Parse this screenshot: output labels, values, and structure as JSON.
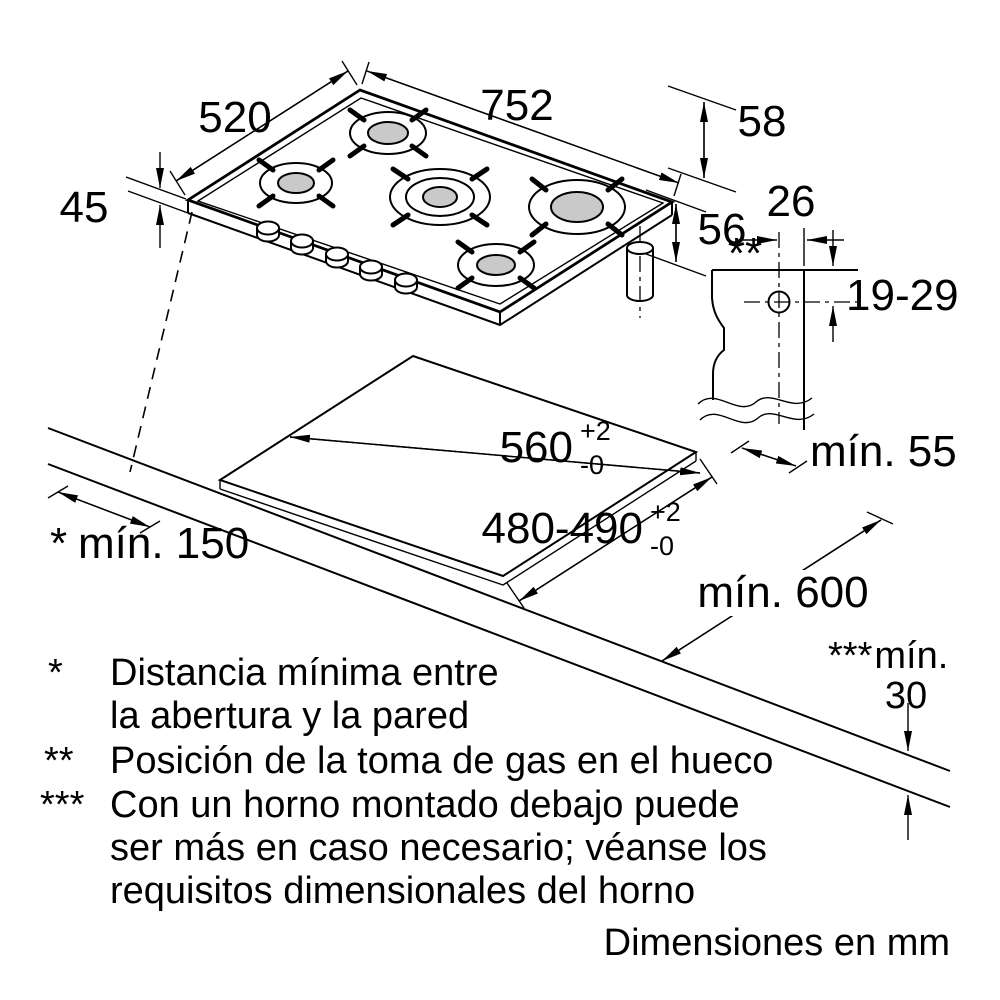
{
  "dims": {
    "width": "752",
    "depth": "520",
    "height": "45",
    "side_to_gas": "58",
    "top_to_gas": "56",
    "gas_edge_offset": "26",
    "gas_height_range": "19-29",
    "gas_ref": "**",
    "min_front_edge": "mín. 55",
    "cutout_width": "560",
    "cutout_width_tol_plus": "+2",
    "cutout_width_tol_minus": "-0",
    "cutout_depth": "480-490",
    "cutout_depth_tol_plus": "+2",
    "cutout_depth_tol_minus": "-0",
    "min_wall_ref": "*",
    "min_wall": "mín. 150",
    "min_worktop_depth": "mín. 600",
    "min_thickness_ref": "***",
    "min_thickness_word": "mín.",
    "min_thickness_value": "30"
  },
  "footnotes": [
    {
      "ref": "*",
      "lines": [
        "Distancia mínima entre",
        "la abertura y la pared"
      ]
    },
    {
      "ref": "**",
      "lines": [
        "Posición de la toma de gas en el hueco"
      ]
    },
    {
      "ref": "***",
      "lines": [
        "Con un horno montado debajo puede",
        "ser más en caso necesario; véanse los",
        "requisitos dimensionales del horno"
      ]
    }
  ],
  "units_note": "Dimensiones en mm"
}
